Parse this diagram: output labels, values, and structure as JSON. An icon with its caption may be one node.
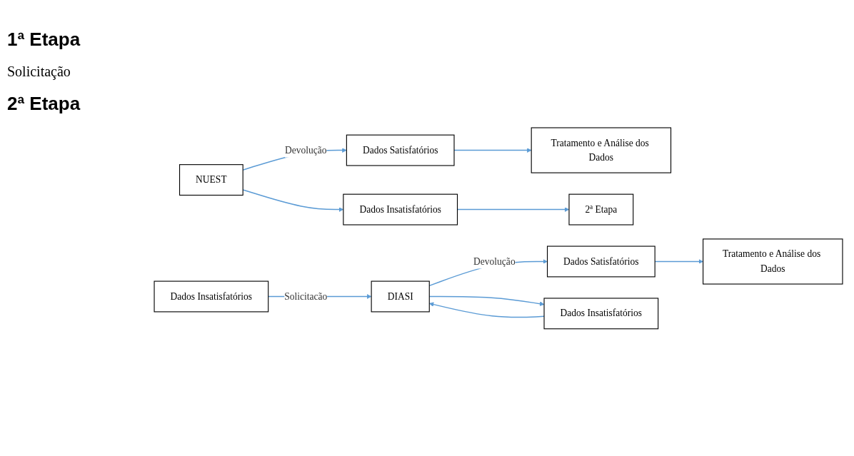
{
  "diagram": {
    "nodes": [
      {
        "text": [
          "NUEST"
        ]
      },
      {
        "text": [
          "Dados Satisfatórios"
        ]
      },
      {
        "text": [
          "Dados Insatisfatórios"
        ]
      },
      {
        "text": [
          "Tratamento e Análise dos Dados"
        ]
      },
      {
        "text": [
          "2ª Etapa"
        ]
      },
      {
        "text": [
          "Dados Insatisfatórios"
        ]
      },
      {
        "text": [
          "DIASI"
        ]
      },
      {
        "text": [
          "Dados Satisfatórios"
        ]
      },
      {
        "text": [
          "Dados Insatisfatórios"
        ]
      },
      {
        "text": [
          "Tratamento e Análise dos Dados"
        ]
      }
    ],
    "edges": [
      {
        "from": 0,
        "to": 1,
        "arrow": "to",
        "label": "Devolução"
      },
      {
        "from": 0,
        "to": 2,
        "arrow": "to"
      },
      {
        "from": 1,
        "to": 3,
        "arrow": "to"
      },
      {
        "from": 2,
        "to": 4,
        "arrow": "to"
      },
      {
        "from": 5,
        "to": 6,
        "arrow": "to",
        "label": "Solicitacão"
      },
      {
        "from": 6,
        "to": 7,
        "arrow": "to",
        "label": "Devolução"
      },
      {
        "from": 6,
        "to": 8,
        "arrow": "to"
      },
      {
        "from": 8,
        "to": 6,
        "arrow": "to"
      },
      {
        "from": 7,
        "to": 9,
        "arrow": "to"
      }
    ],
    "labels": [
      "1ª Etapa",
      "Solicitação",
      "2ª Etapa"
    ]
  }
}
